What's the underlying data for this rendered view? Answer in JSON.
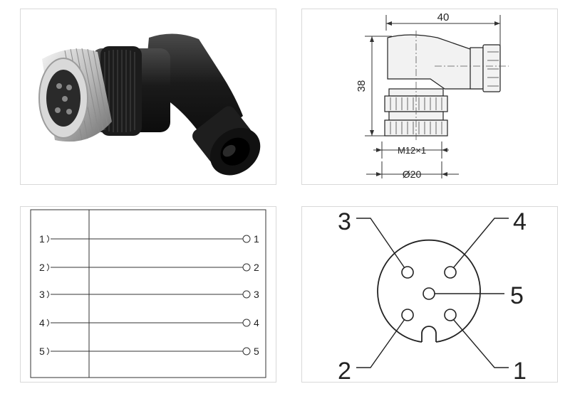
{
  "dimension_drawing": {
    "width_label": "40",
    "height_label": "38",
    "thread_label": "M12×1",
    "diameter_label": "Ø20"
  },
  "wiring_diagram": {
    "rows": [
      {
        "left": "1",
        "right": "1"
      },
      {
        "left": "2",
        "right": "2"
      },
      {
        "left": "3",
        "right": "3"
      },
      {
        "left": "4",
        "right": "4"
      },
      {
        "left": "5",
        "right": "5"
      }
    ]
  },
  "pin_layout": {
    "pin1": "1",
    "pin2": "2",
    "pin3": "3",
    "pin4": "4",
    "pin5": "5"
  }
}
